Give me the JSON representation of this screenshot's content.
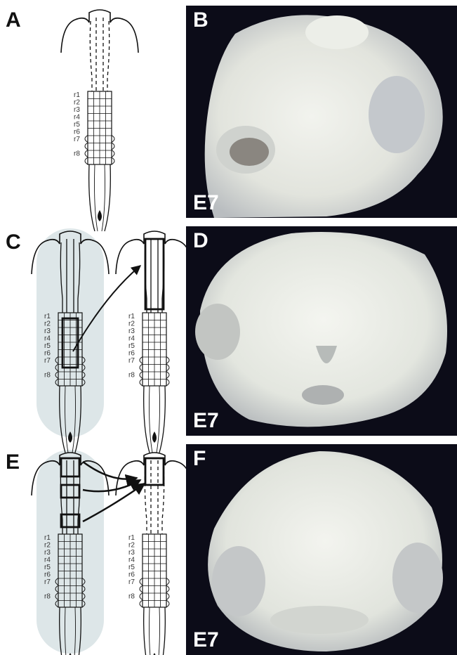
{
  "panels": {
    "A": {
      "letter": "A",
      "rhombomeres": [
        "r1",
        "r2",
        "r3",
        "r4",
        "r5",
        "r6",
        "r7",
        "r8"
      ]
    },
    "B": {
      "letter": "B",
      "stage": "E7"
    },
    "C": {
      "letter": "C",
      "donor_rhombomeres": [
        "r1",
        "r2",
        "r3",
        "r4",
        "r5",
        "r6",
        "r7",
        "r8"
      ],
      "host_rhombomeres": [
        "r1",
        "r2",
        "r3",
        "r4",
        "r5",
        "r6",
        "r7",
        "r8"
      ]
    },
    "D": {
      "letter": "D",
      "stage": "E7"
    },
    "E": {
      "letter": "E",
      "donor_rhombomeres": [
        "r1",
        "r2",
        "r3",
        "r4",
        "r5",
        "r6",
        "r7",
        "r8"
      ],
      "host_rhombomeres": [
        "r1",
        "r2",
        "r3",
        "r4",
        "r5",
        "r6",
        "r7",
        "r8"
      ]
    },
    "F": {
      "letter": "F",
      "stage": "E7"
    }
  },
  "colors": {
    "donor_background": "#dde6e8",
    "line": "#111111",
    "photo_background": "#0c0c18",
    "tissue": "#e9ebe6"
  }
}
